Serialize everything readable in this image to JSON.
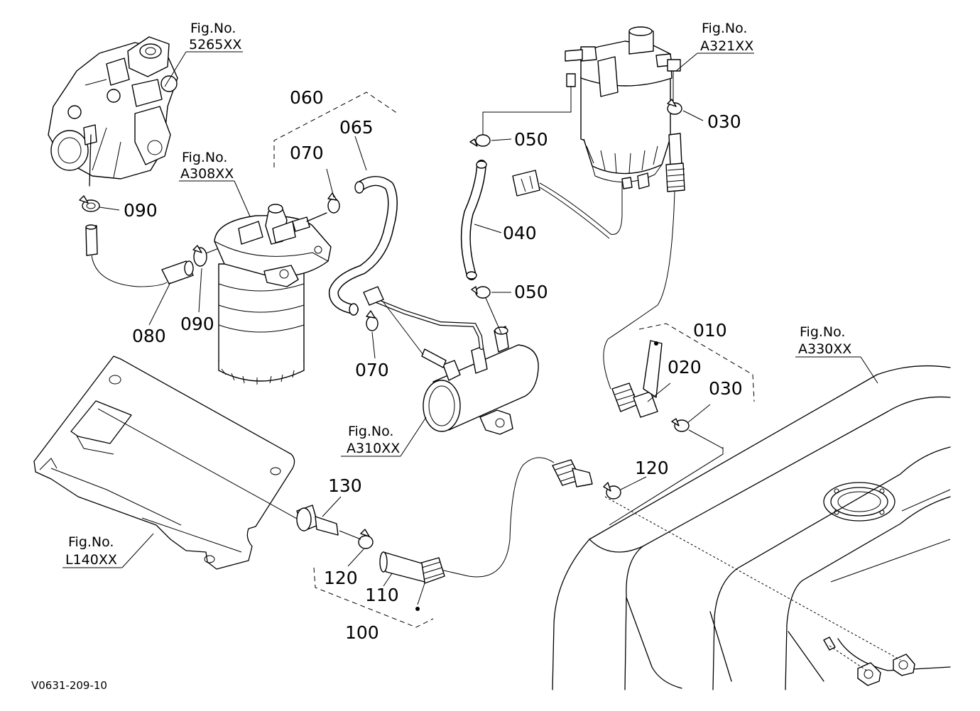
{
  "figure_references": [
    {
      "id": "pump",
      "line1": "Fig.No.",
      "line2": "5265XX"
    },
    {
      "id": "filter",
      "line1": "Fig.No.",
      "line2": "A308XX"
    },
    {
      "id": "separator",
      "line1": "Fig.No.",
      "line2": "A321XX"
    },
    {
      "id": "feedpump",
      "line1": "Fig.No.",
      "line2": "A310XX"
    },
    {
      "id": "tank",
      "line1": "Fig.No.",
      "line2": "A330XX"
    },
    {
      "id": "cover",
      "line1": "Fig.No.",
      "line2": "L140XX"
    }
  ],
  "part_labels": {
    "p010": "010",
    "p020": "020",
    "p030a": "030",
    "p030b": "030",
    "p040": "040",
    "p050a": "050",
    "p050b": "050",
    "p060": "060",
    "p065": "065",
    "p070a": "070",
    "p070b": "070",
    "p080": "080",
    "p090a": "090",
    "p090b": "090",
    "p100": "100",
    "p110": "110",
    "p120a": "120",
    "p120b": "120",
    "p130": "130"
  },
  "drawing_code": "V0631-209-10"
}
